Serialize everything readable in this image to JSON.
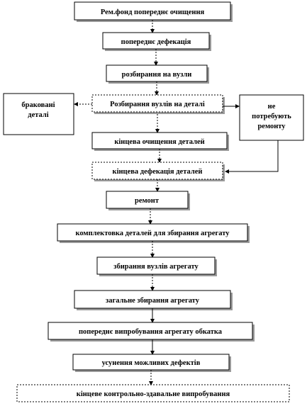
{
  "nodes": {
    "n1": "Рем.фонд попереднє очищення",
    "n2": "попереднє дефекація",
    "n3": "розбирання на вузли",
    "n4": "Розбирання вузлів на деталі",
    "n5a": "браковані",
    "n5b": "деталі",
    "n6a": "не",
    "n6b": "потребують",
    "n6c": "ремонту",
    "n7": "кінцева очищення деталей",
    "n8": "кінцева дефекація деталей",
    "n9": "ремонт",
    "n10": "комплектовка деталей для збирання агрегату",
    "n11": "збирання вузлів агрегату",
    "n12": "загальне збирання агрегату",
    "n13": "попереднє випробування агрегату обкатка",
    "n14": "усунення можливих дефектів",
    "n15": "кінцеве контрольно-здавальне випробування"
  }
}
